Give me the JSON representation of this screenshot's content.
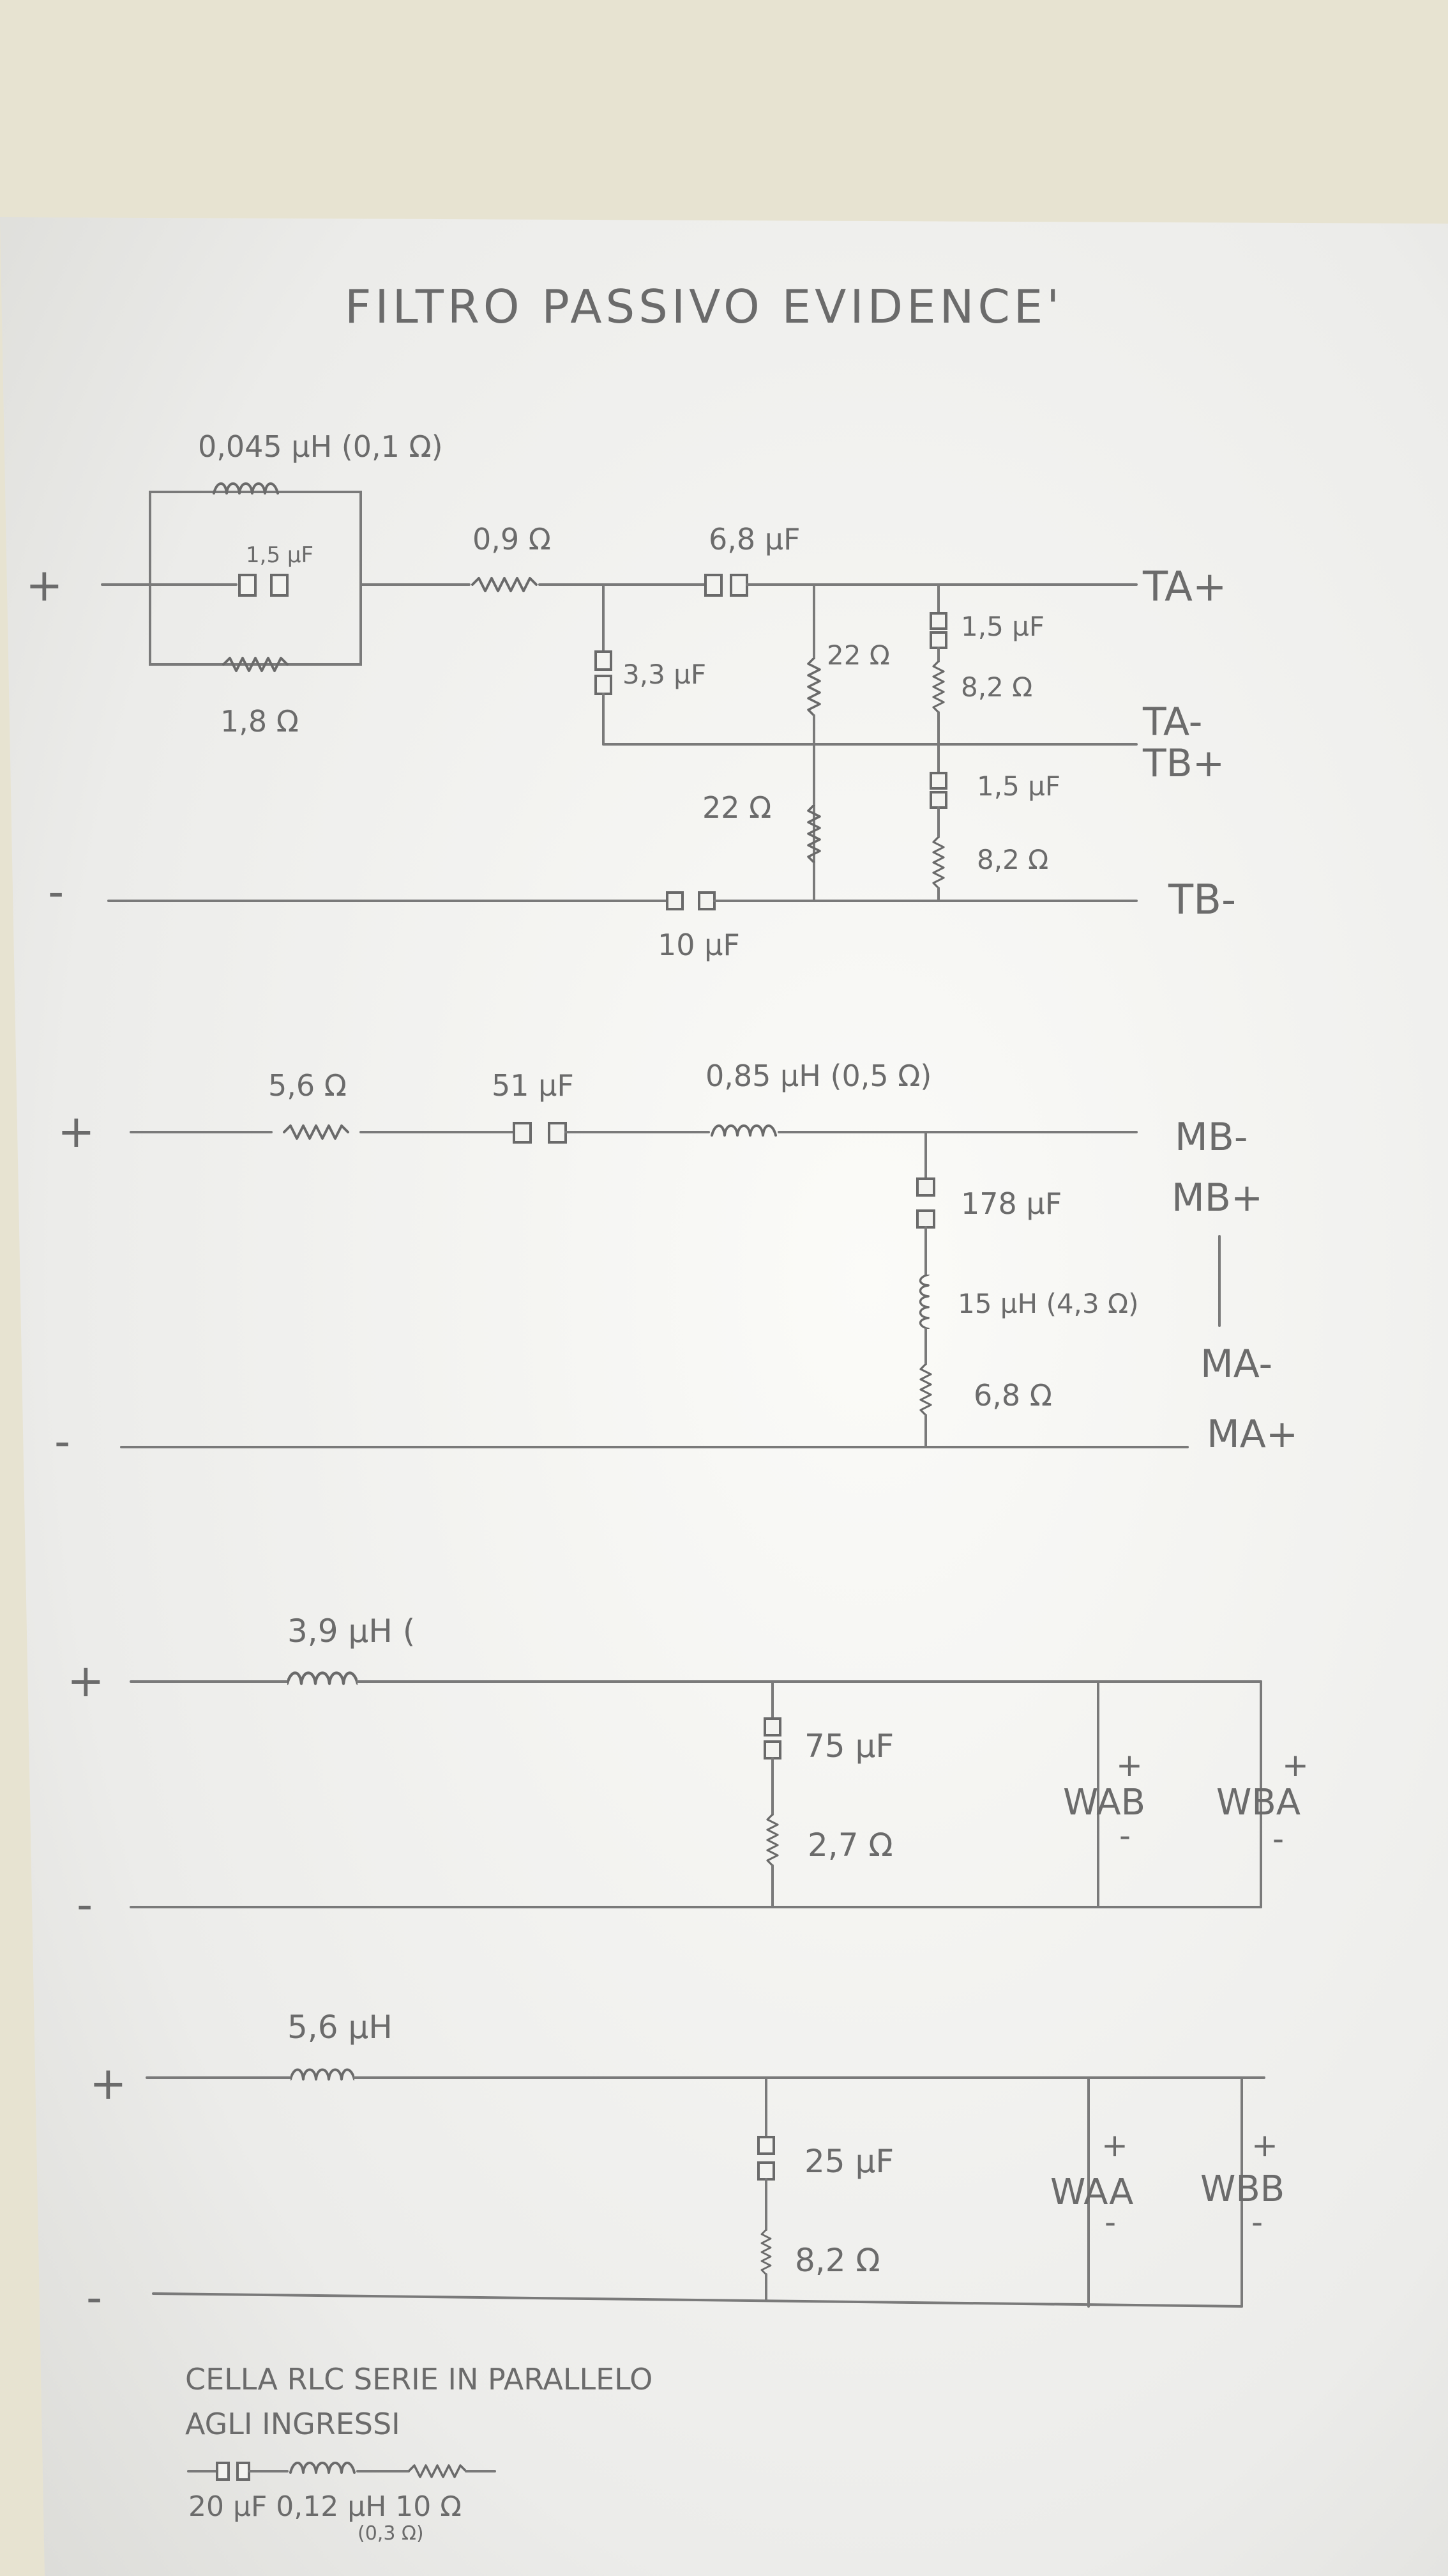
{
  "title": "FILTRO PASSIVO EVIDENCE'",
  "sections": {
    "tweeter": {
      "plus": "+",
      "minus": "-",
      "inductor_parallel": "0,045 µH (0,1 Ω)",
      "cap_parallel": "1,5 µF",
      "res_parallel": "1,8 Ω",
      "res_series": "0,9 Ω",
      "cap_series": "6,8 µF",
      "cap_shunt": "3,3 µF",
      "res_upper": "22 Ω",
      "cap_rc_upper": "1,5 µF",
      "res_rc_upper": "8,2 Ω",
      "res_lower": "22 Ω",
      "cap_rc_lower": "1,5 µF",
      "res_rc_lower": "8,2 Ω",
      "cap_bottom": "10 µF",
      "out_ta_plus": "TA+",
      "out_ta_minus": "TA-",
      "out_tb_plus": "TB+",
      "out_tb_minus": "TB-"
    },
    "mid": {
      "plus": "+",
      "minus": "-",
      "res_series": "5,6 Ω",
      "cap_series": "51 µF",
      "inductor_series": "0,85 µH (0,5 Ω)",
      "cap_shunt": "178 µF",
      "inductor_shunt": "15 µH (4,3 Ω)",
      "res_shunt": "6,8 Ω",
      "out_mb_minus": "MB-",
      "out_mb_plus": "MB+",
      "out_ma_minus": "MA-",
      "out_ma_plus": "MA+"
    },
    "woofer_a": {
      "plus": "+",
      "minus": "-",
      "inductor": "3,9 µH (",
      "cap": "75 µF",
      "res": "2,7 Ω",
      "wab": "WAB",
      "wba": "WBA",
      "pos": "+",
      "neg": "-"
    },
    "woofer_b": {
      "plus": "+",
      "minus": "-",
      "inductor": "5,6 µH",
      "cap": "25 µF",
      "res": "8,2 Ω",
      "waa": "WAA",
      "wbb": "WBB",
      "pos": "+",
      "neg": "-"
    }
  },
  "note": {
    "line1": "CELLA RLC SERIE IN PARALLELO",
    "line2": "AGLI INGRESSI",
    "line3": "20 µF  0,12 µH  10 Ω",
    "line4": "(0,3 Ω)"
  }
}
